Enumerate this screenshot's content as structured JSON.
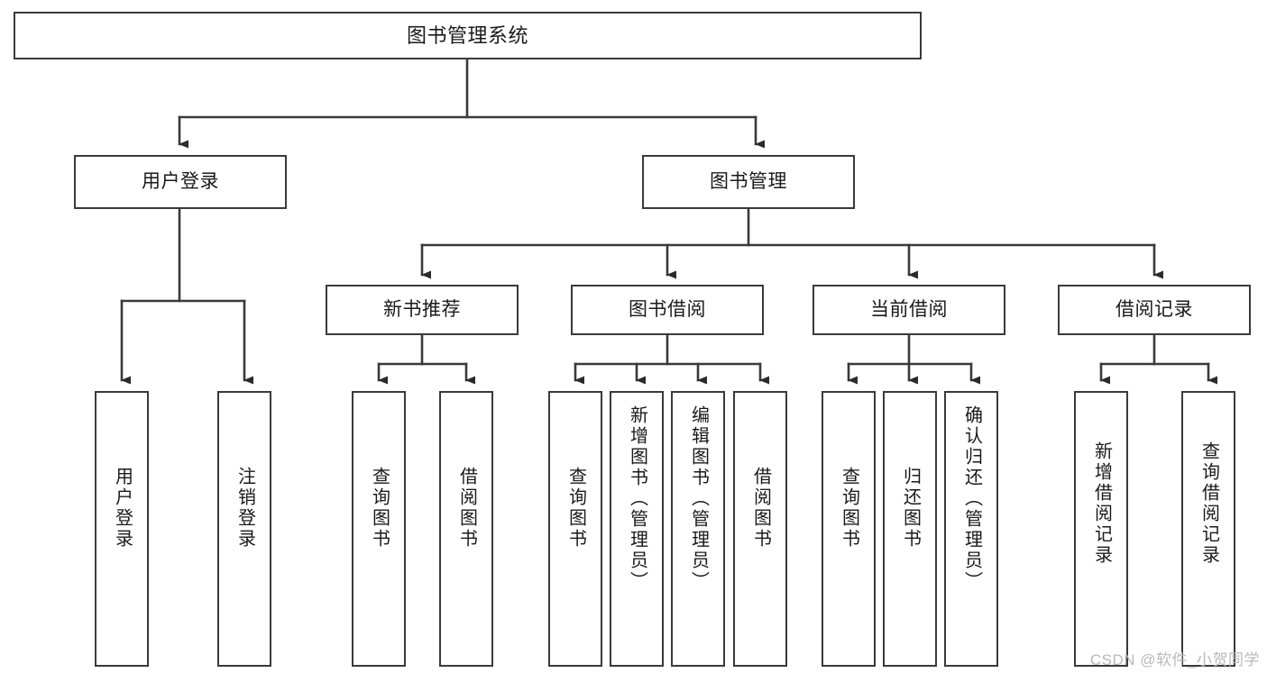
{
  "diagram": {
    "title": "图书管理系统",
    "type": "tree-hierarchy",
    "orientation": "top-down",
    "line_color": "#3a3a3a",
    "box_fill": "#ffffff",
    "text_color": "#1a1a1a"
  },
  "nodes": {
    "root": {
      "label": "图书管理系统"
    },
    "level2": [
      {
        "label": "用户登录"
      },
      {
        "label": "图书管理"
      }
    ],
    "level3": [
      {
        "label": "新书推荐"
      },
      {
        "label": "图书借阅"
      },
      {
        "label": "当前借阅"
      },
      {
        "label": "借阅记录"
      }
    ],
    "leaves": {
      "user_login": [
        {
          "label": "用户登录"
        },
        {
          "label": "注销登录"
        }
      ],
      "new_book_recommend": [
        {
          "label": "查询图书"
        },
        {
          "label": "借阅图书"
        }
      ],
      "book_borrow": [
        {
          "label": "查询图书"
        },
        {
          "label": "新增图书（管理员）"
        },
        {
          "label": "编辑图书（管理员）"
        },
        {
          "label": "借阅图书"
        }
      ],
      "current_borrow": [
        {
          "label": "查询图书"
        },
        {
          "label": "归还图书"
        },
        {
          "label": "确认归还（管理员）"
        }
      ],
      "borrow_record": [
        {
          "label": "新增借阅记录"
        },
        {
          "label": "查询借阅记录"
        }
      ]
    }
  },
  "watermark": {
    "text": "CSDN @软件_小贺同学",
    "color": "#b9b9b9"
  }
}
